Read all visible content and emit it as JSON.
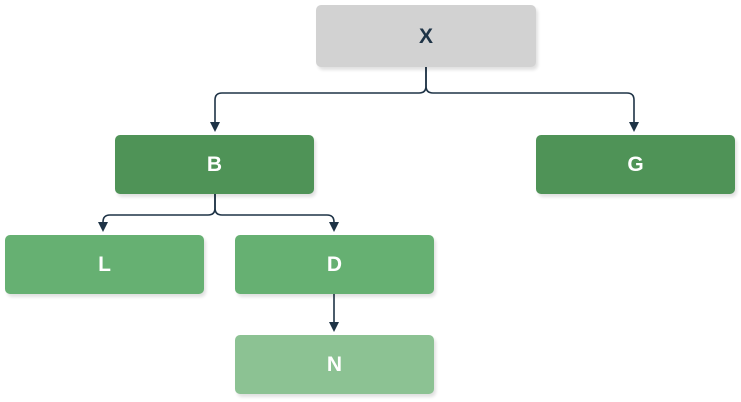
{
  "nodes": {
    "x": {
      "label": "X",
      "color": "#d2d2d2",
      "text_color": "#1e3346"
    },
    "b": {
      "label": "B",
      "color": "#4f9357",
      "text_color": "#ffffff"
    },
    "g": {
      "label": "G",
      "color": "#4f9357",
      "text_color": "#ffffff"
    },
    "l": {
      "label": "L",
      "color": "#66b072",
      "text_color": "#ffffff"
    },
    "d": {
      "label": "D",
      "color": "#66b072",
      "text_color": "#ffffff"
    },
    "n": {
      "label": "N",
      "color": "#8cc293",
      "text_color": "#ffffff"
    }
  },
  "edges": [
    {
      "from": "X",
      "to": "B"
    },
    {
      "from": "X",
      "to": "G"
    },
    {
      "from": "B",
      "to": "L"
    },
    {
      "from": "B",
      "to": "D"
    },
    {
      "from": "D",
      "to": "N"
    }
  ],
  "connector_color": "#1e3346"
}
